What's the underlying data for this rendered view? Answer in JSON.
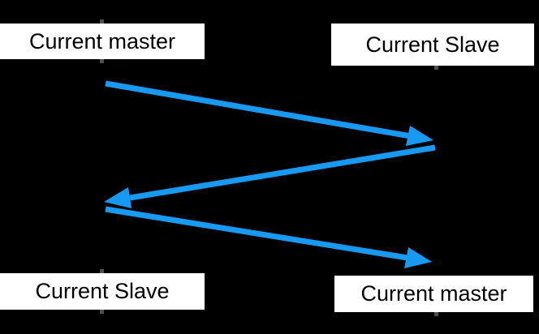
{
  "diagram": {
    "type": "role-switch-sequence",
    "nodes": [
      {
        "id": "top-left",
        "label": "Current master"
      },
      {
        "id": "top-right",
        "label": "Current Slave"
      },
      {
        "id": "bottom-left",
        "label": "Current Slave"
      },
      {
        "id": "bottom-right",
        "label": "Current master"
      }
    ],
    "arrows": [
      {
        "from": "Current master (top left)",
        "to": "Current Slave (top right)",
        "direction": "down-right"
      },
      {
        "from": "Current Slave (top right)",
        "to": "Current Slave (bottom left)",
        "direction": "down-left"
      },
      {
        "from": "Current Slave (bottom left)",
        "to": "Current master (bottom right)",
        "direction": "down-right"
      }
    ],
    "colors": {
      "background": "#000000",
      "node_fill": "#ffffff",
      "node_text": "#000000",
      "arrow": "#1899f2",
      "stub": "#4f4f4f"
    }
  }
}
